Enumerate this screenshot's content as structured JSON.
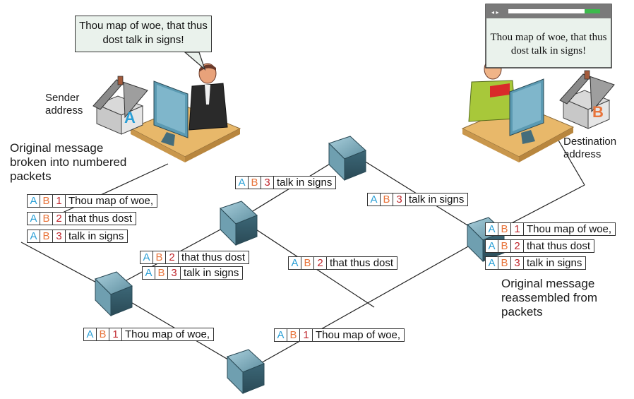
{
  "sender_bubble_text": "Thou map of woe, that thus dost talk in signs!",
  "browser_text": "Thou map of woe, that thus dost talk in signs!",
  "sender_label": "Sender address",
  "destination_label": "Destination address",
  "house_a_letter": "A",
  "house_b_letter": "B",
  "original_message_label": "Original message broken into numbered packets",
  "reassembled_label": "Original message reassembled from packets",
  "packet_addr_a": "A",
  "packet_addr_b": "B",
  "packets": {
    "sender_1": {
      "num": "1",
      "text": "Thou map of woe,"
    },
    "sender_2": {
      "num": "2",
      "text": "that thus dost"
    },
    "sender_3": {
      "num": "3",
      "text": "talk in signs"
    },
    "top_3": {
      "num": "3",
      "text": "talk in signs"
    },
    "right_3": {
      "num": "3",
      "text": "talk in signs"
    },
    "mid_left_2": {
      "num": "2",
      "text": "that thus dost"
    },
    "mid_left_3": {
      "num": "3",
      "text": "talk in signs"
    },
    "mid_right_2": {
      "num": "2",
      "text": "that thus dost"
    },
    "bottom_left_1": {
      "num": "1",
      "text": "Thou map of woe,"
    },
    "bottom_right_1": {
      "num": "1",
      "text": "Thou map of woe,"
    },
    "dest_1": {
      "num": "1",
      "text": "Thou map of woe,"
    },
    "dest_2": {
      "num": "2",
      "text": "that thus dost"
    },
    "dest_3": {
      "num": "3",
      "text": "talk in signs"
    }
  },
  "colors": {
    "addr_a": "#2a9fd6",
    "addr_b": "#e8743b",
    "packet_num": "#c0262c",
    "router": "#6fa3b5",
    "desk": "#e8b86a"
  },
  "icons": [
    "router-icon",
    "house-icon",
    "computer-monitor-icon",
    "person-icon",
    "speech-bubble-icon",
    "browser-window-icon"
  ]
}
